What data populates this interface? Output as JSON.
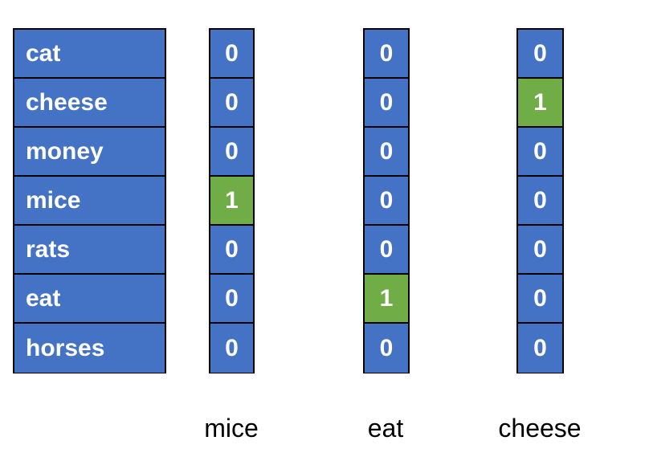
{
  "colors": {
    "cell_blue": "#4472C4",
    "cell_green": "#70AD47",
    "text": "#FFFFFF",
    "border": "#000000"
  },
  "vocabulary": [
    "cat",
    "cheese",
    "money",
    "mice",
    "rats",
    "eat",
    "horses"
  ],
  "vectors": [
    {
      "word": "mice",
      "values": [
        "0",
        "0",
        "0",
        "1",
        "0",
        "0",
        "0"
      ]
    },
    {
      "word": "eat",
      "values": [
        "0",
        "0",
        "0",
        "0",
        "0",
        "1",
        "0"
      ]
    },
    {
      "word": "cheese",
      "values": [
        "0",
        "1",
        "0",
        "0",
        "0",
        "0",
        "0"
      ]
    }
  ]
}
